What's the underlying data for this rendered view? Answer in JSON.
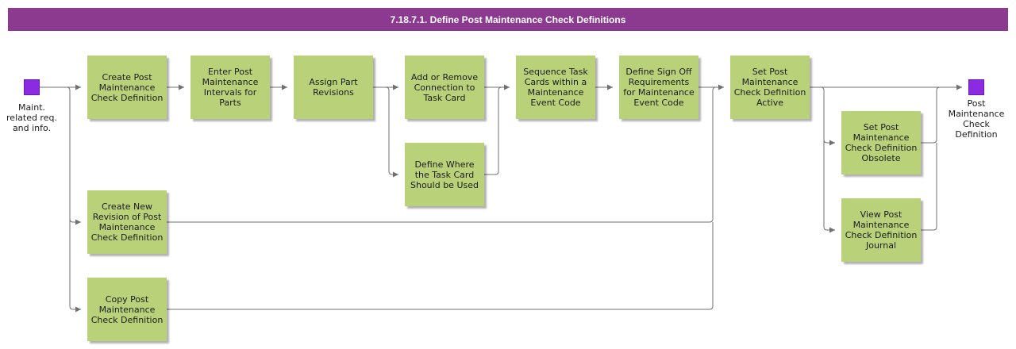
{
  "title": "7.18.7.1. Define Post Maintenance Check Definitions",
  "start": {
    "label": "Maint.\nrelated req.\nand info.",
    "color": "#8a2be2"
  },
  "end": {
    "label": "Post\nMaintenance\nCheck\nDefinition",
    "color": "#8a2be2"
  },
  "activities": {
    "create_def": "Create Post\nMaintenance\nCheck Definition",
    "enter_intervals": "Enter Post\nMaintenance\nIntervals for\nParts",
    "assign_revisions": "Assign Part\nRevisions",
    "add_remove_connection": "Add or Remove\nConnection to\nTask Card",
    "define_where_used": "Define Where\nthe Task Card\nShould be Used",
    "sequence_task_cards": "Sequence Task\nCards within a\nMaintenance\nEvent Code",
    "define_sign_off": "Define Sign Off\nRequirements\nfor Maintenance\nEvent Code",
    "set_active": "Set Post\nMaintenance\nCheck Definition\nActive",
    "set_obsolete": "Set Post\nMaintenance\nCheck Definition\nObsolete",
    "view_journal": "View Post\nMaintenance\nCheck Definition\nJournal",
    "create_revision": "Create New\nRevision of Post\nMaintenance\nCheck Definition",
    "copy_def": "Copy Post\nMaintenance\nCheck Definition"
  },
  "colors": {
    "header": "#8b3a8f",
    "activity": "#b9d27a",
    "terminal": "#8a2be2",
    "connector": "#707070"
  }
}
